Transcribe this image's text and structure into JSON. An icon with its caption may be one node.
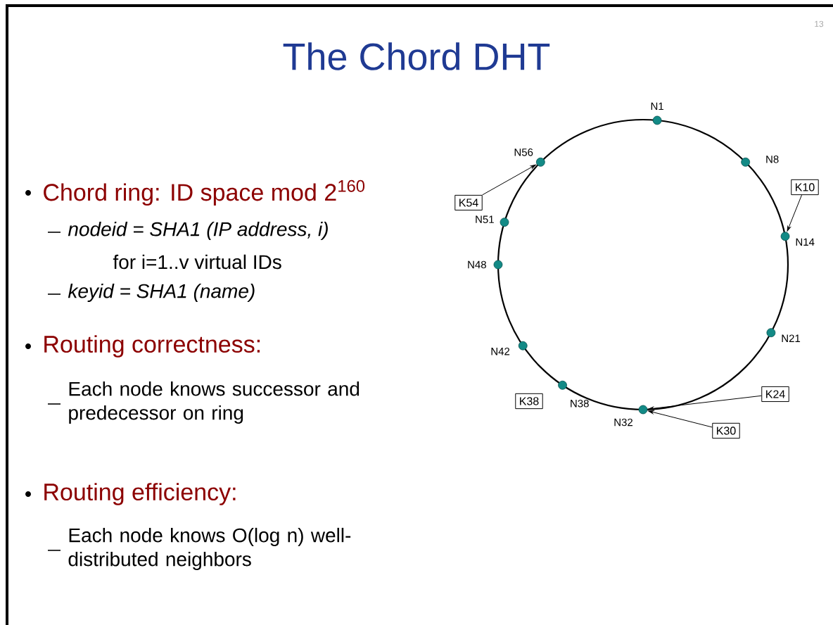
{
  "diagram": {
    "title": "The Chord DHT",
    "nodes": [
      {
        "text": [],
        "shape": "circle",
        "beside": [
          "N1"
        ]
      },
      {
        "text": [],
        "shape": "circle",
        "beside": [
          "N8"
        ]
      },
      {
        "text": [],
        "shape": "circle",
        "beside": [
          "N14"
        ]
      },
      {
        "text": [],
        "shape": "circle",
        "beside": [
          "N21"
        ]
      },
      {
        "text": [],
        "shape": "circle",
        "beside": [
          "N32"
        ]
      },
      {
        "text": [],
        "shape": "circle",
        "beside": [
          "N38"
        ]
      },
      {
        "text": [],
        "shape": "circle",
        "beside": [
          "N42"
        ]
      },
      {
        "text": [],
        "shape": "circle",
        "beside": [
          "N48"
        ]
      },
      {
        "text": [],
        "shape": "circle",
        "beside": [
          "N51"
        ]
      },
      {
        "text": [],
        "shape": "circle",
        "beside": [
          "N56"
        ]
      },
      {
        "text": [
          "K10"
        ]
      },
      {
        "text": [
          "K24"
        ]
      },
      {
        "text": [
          "K30"
        ]
      },
      {
        "text": [
          "K38"
        ]
      },
      {
        "text": [
          "K54"
        ]
      }
    ],
    "edges": [
      {
        "from": 14,
        "to": 9,
        "arrow": "to"
      },
      {
        "from": 10,
        "to": 2,
        "arrow": "to"
      },
      {
        "from": 11,
        "to": 4,
        "arrow": "to"
      },
      {
        "from": 12,
        "to": 4,
        "arrow": "to"
      }
    ],
    "labels": [
      "13",
      "Chord ring: ID space mod 2$^{160}$",
      "nodeid = SHA1 (IP address, i)",
      "for i=1..v virtual IDs",
      "keyid = SHA1 (name)",
      "Routing correctness:",
      "Each node knows successor and predecessor on ring",
      "Routing efficiency:",
      "Each node knows O(log n) well-distributed neighbors"
    ]
  }
}
